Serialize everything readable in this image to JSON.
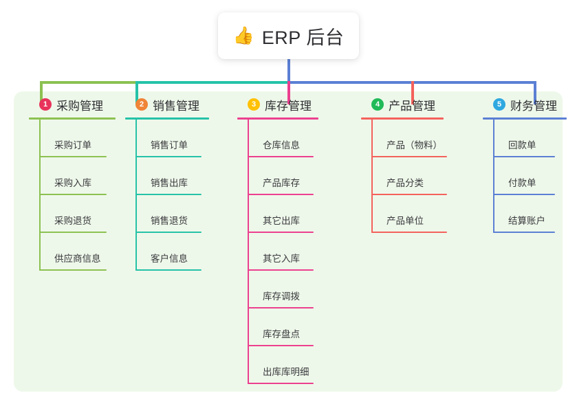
{
  "root": {
    "icon": "thumbs-up-icon",
    "emoji": "👍",
    "title": "ERP 后台"
  },
  "panel": {
    "background_color": "#eef8ea"
  },
  "diagram": {
    "type": "org-tree",
    "orientation": "top-down",
    "columns": [
      {
        "number": "1",
        "title": "采购管理",
        "badge_color": "#e8335a",
        "line_color": "#8cc152",
        "items": [
          "采购订单",
          "采购入库",
          "采购退货",
          "供应商信息"
        ]
      },
      {
        "number": "2",
        "title": "销售管理",
        "badge_color": "#f08437",
        "line_color": "#25c2a8",
        "items": [
          "销售订单",
          "销售出库",
          "销售退货",
          "客户信息"
        ]
      },
      {
        "number": "3",
        "title": "库存管理",
        "badge_color": "#ffc107",
        "line_color": "#ec3f8f",
        "items": [
          "仓库信息",
          "产品库存",
          "其它出库",
          "其它入库",
          "库存调拨",
          "库存盘点",
          "出库库明细"
        ]
      },
      {
        "number": "4",
        "title": "产品管理",
        "badge_color": "#21ba59",
        "line_color": "#f4615c",
        "items": [
          "产品（物料）",
          "产品分类",
          "产品单位"
        ]
      },
      {
        "number": "5",
        "title": "财务管理",
        "badge_color": "#2fa8e0",
        "line_color": "#5b7fd4",
        "items": [
          "回款单",
          "付款单",
          "结算账户"
        ]
      }
    ]
  }
}
